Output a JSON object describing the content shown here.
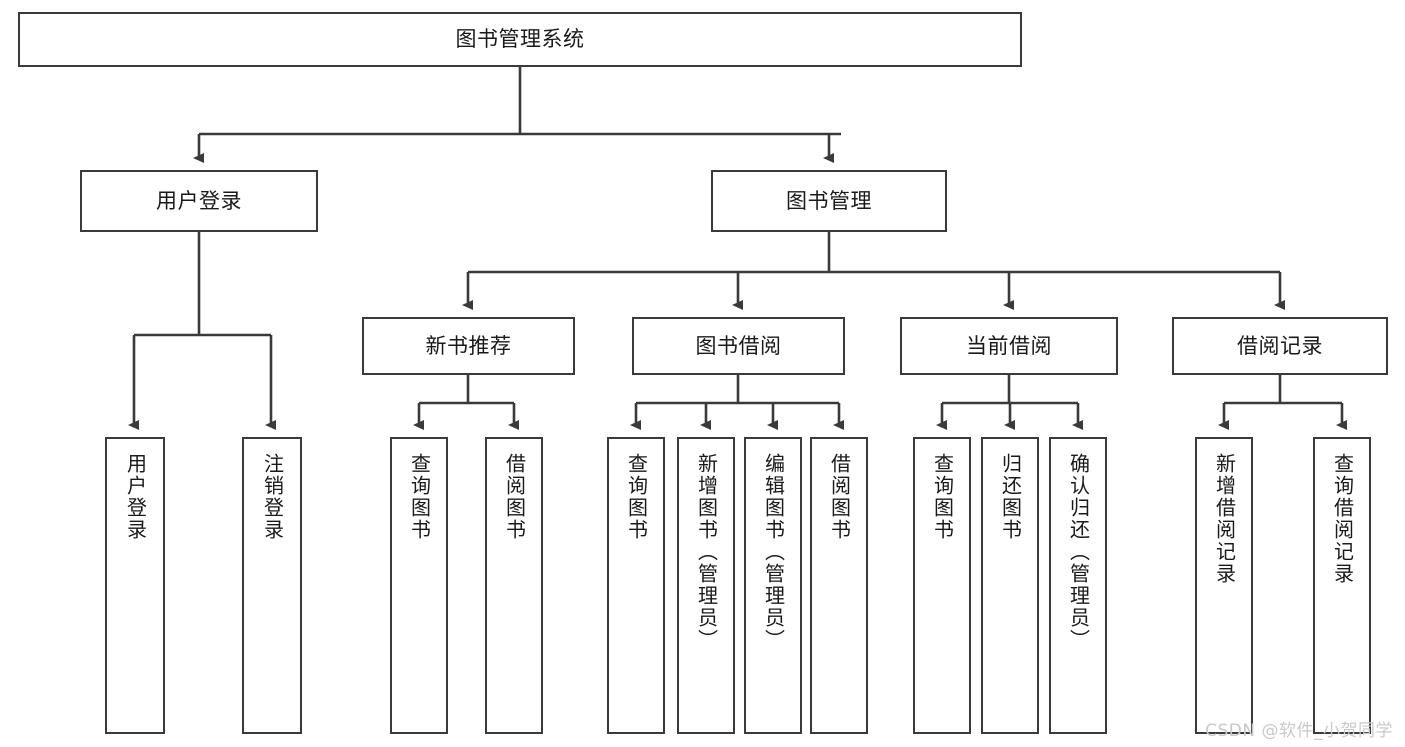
{
  "diagram": {
    "title": "图书管理系统",
    "watermark": "CSDN @软件_小贺同学",
    "stroke_color": "#3a3a3a",
    "text_color": "#1a1a1a",
    "background_color": "#ffffff",
    "watermark_color": "#c9c9c9",
    "root": {
      "label": "图书管理系统"
    },
    "level2": [
      {
        "label": "用户登录"
      },
      {
        "label": "图书管理"
      }
    ],
    "level3": [
      {
        "label": "新书推荐"
      },
      {
        "label": "图书借阅"
      },
      {
        "label": "当前借阅"
      },
      {
        "label": "借阅记录"
      }
    ],
    "leaves": {
      "user_login": [
        {
          "label": "用户登录"
        },
        {
          "label": "注销登录"
        }
      ],
      "new_book_recommend": [
        {
          "label": "查询图书"
        },
        {
          "label": "借阅图书"
        }
      ],
      "book_borrow": [
        {
          "label": "查询图书"
        },
        {
          "label": "新增图书（管理员）"
        },
        {
          "label": "编辑图书（管理员）"
        },
        {
          "label": "借阅图书"
        }
      ],
      "current_borrow": [
        {
          "label": "查询图书"
        },
        {
          "label": "归还图书"
        },
        {
          "label": "确认归还（管理员）"
        }
      ],
      "borrow_record": [
        {
          "label": "新增借阅记录"
        },
        {
          "label": "查询借阅记录"
        }
      ]
    }
  }
}
